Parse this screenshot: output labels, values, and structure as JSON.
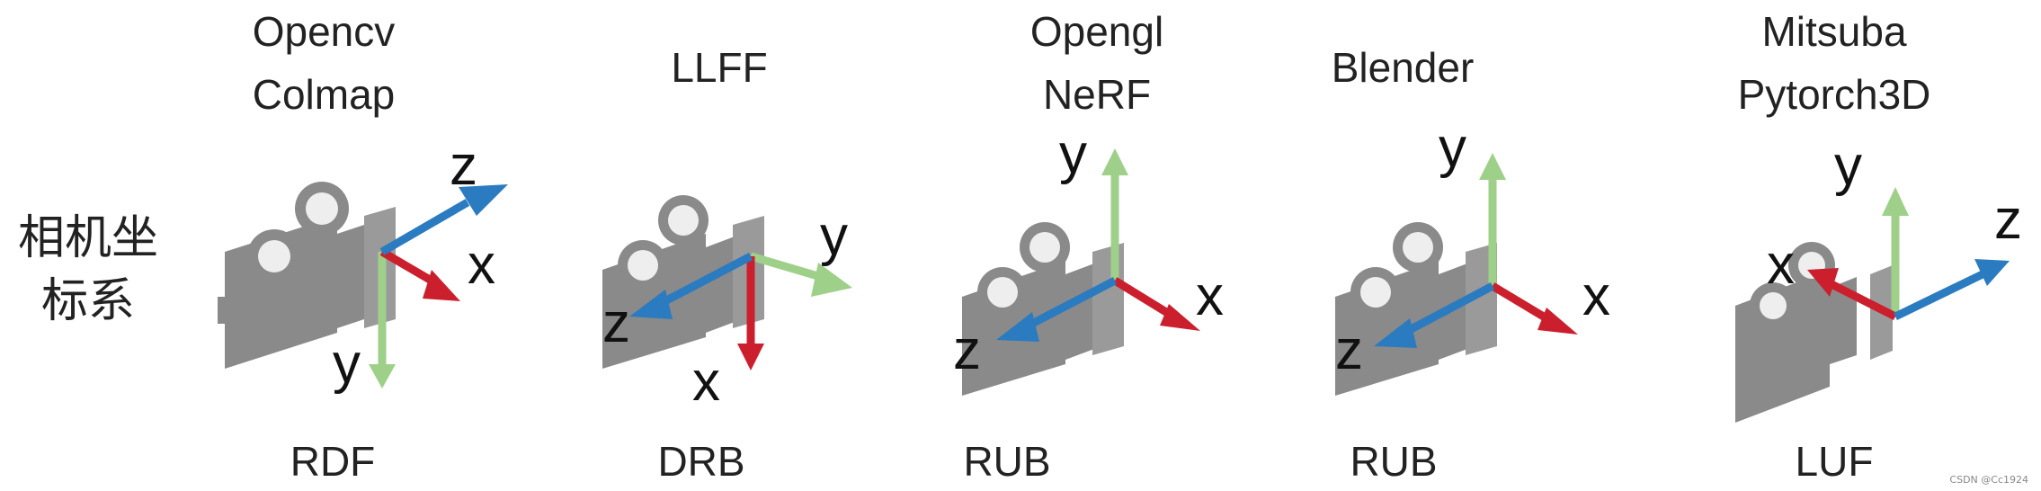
{
  "row_label": {
    "line1": "相机坐",
    "line2": "标系"
  },
  "colors": {
    "x_axis": "#cc1f2d",
    "y_axis": "#9fd08a",
    "z_axis": "#2a7bc0",
    "camera": "#8a8a8a"
  },
  "panels": [
    {
      "title_line1": "Opencv",
      "title_line2": "Colmap",
      "convention": "RDF",
      "axes": {
        "x": "x",
        "y": "y",
        "z": "z"
      }
    },
    {
      "title_line1": "LLFF",
      "title_line2": "",
      "convention": "DRB",
      "axes": {
        "x": "x",
        "y": "y",
        "z": "z"
      }
    },
    {
      "title_line1": "Opengl",
      "title_line2": "NeRF",
      "convention": "RUB",
      "axes": {
        "x": "x",
        "y": "y",
        "z": "z"
      }
    },
    {
      "title_line1": "Blender",
      "title_line2": "",
      "convention": "RUB",
      "axes": {
        "x": "x",
        "y": "y",
        "z": "z"
      }
    },
    {
      "title_line1": "Mitsuba",
      "title_line2": "Pytorch3D",
      "convention": "LUF",
      "axes": {
        "x": "x",
        "y": "y",
        "z": "z"
      }
    }
  ],
  "watermark": "CSDN @Cc1924"
}
